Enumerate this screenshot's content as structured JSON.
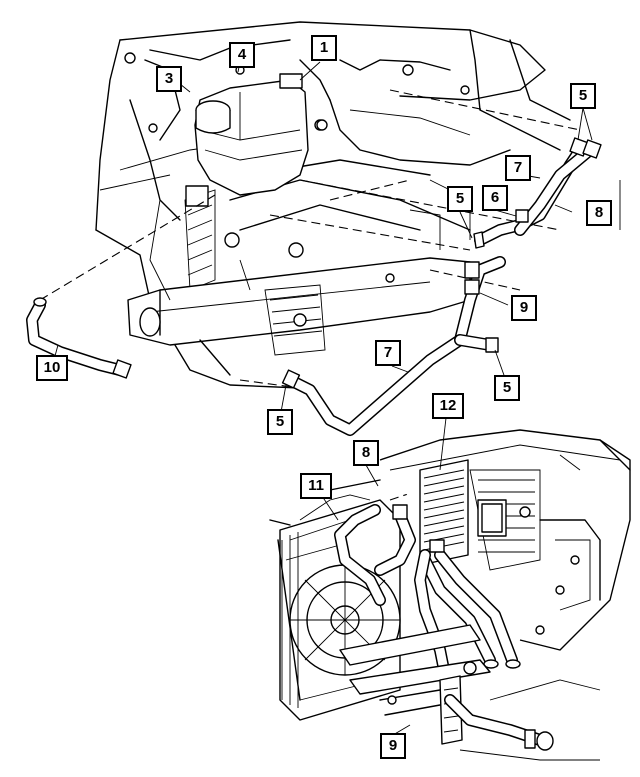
{
  "figure": {
    "callouts": [
      {
        "id": "c1",
        "label": "1"
      },
      {
        "id": "c3",
        "label": "3"
      },
      {
        "id": "c4",
        "label": "4"
      },
      {
        "id": "c5a",
        "label": "5"
      },
      {
        "id": "c5b",
        "label": "5"
      },
      {
        "id": "c5c",
        "label": "5"
      },
      {
        "id": "c5d",
        "label": "5"
      },
      {
        "id": "c6",
        "label": "6"
      },
      {
        "id": "c7a",
        "label": "7"
      },
      {
        "id": "c7b",
        "label": "7"
      },
      {
        "id": "c8a",
        "label": "8"
      },
      {
        "id": "c8b",
        "label": "8"
      },
      {
        "id": "c9a",
        "label": "9"
      },
      {
        "id": "c9b",
        "label": "9"
      },
      {
        "id": "c10",
        "label": "10"
      },
      {
        "id": "c11",
        "label": "11"
      },
      {
        "id": "c12",
        "label": "12"
      }
    ]
  }
}
